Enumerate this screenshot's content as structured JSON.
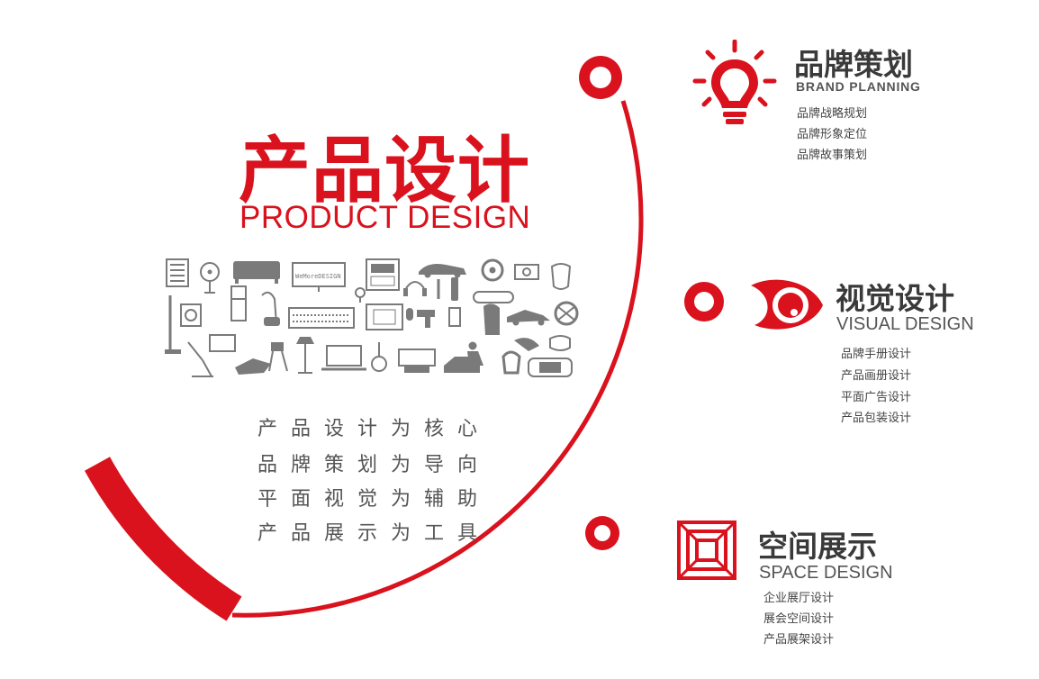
{
  "main": {
    "title_cn": "产品设计",
    "title_en": "PRODUCT DESIGN",
    "slogans": [
      "产品设计为核心",
      "品牌策划为导向",
      "平面视觉为辅助",
      "产品展示为工具"
    ],
    "screen_text": "WeMoreDESIGN"
  },
  "sections": [
    {
      "title": "品牌策划",
      "subtitle": "BRAND PLANNING",
      "items": [
        "品牌战略规划",
        "品牌形象定位",
        "品牌故事策划"
      ],
      "icon": "lightbulb-icon"
    },
    {
      "title": "视觉设计",
      "subtitle": "VISUAL DESIGN",
      "items": [
        "品牌手册设计",
        "产品画册设计",
        "平面广告设计",
        "产品包装设计"
      ],
      "icon": "eye-icon"
    },
    {
      "title": "空间展示",
      "subtitle": "SPACE DESIGN",
      "items": [
        "企业展厅设计",
        "展会空间设计",
        "产品展架设计"
      ],
      "icon": "space-frame-icon"
    }
  ],
  "colors": {
    "accent": "#d9121d",
    "text": "#3a3a3a",
    "icon_gray": "#7a7a7a"
  }
}
